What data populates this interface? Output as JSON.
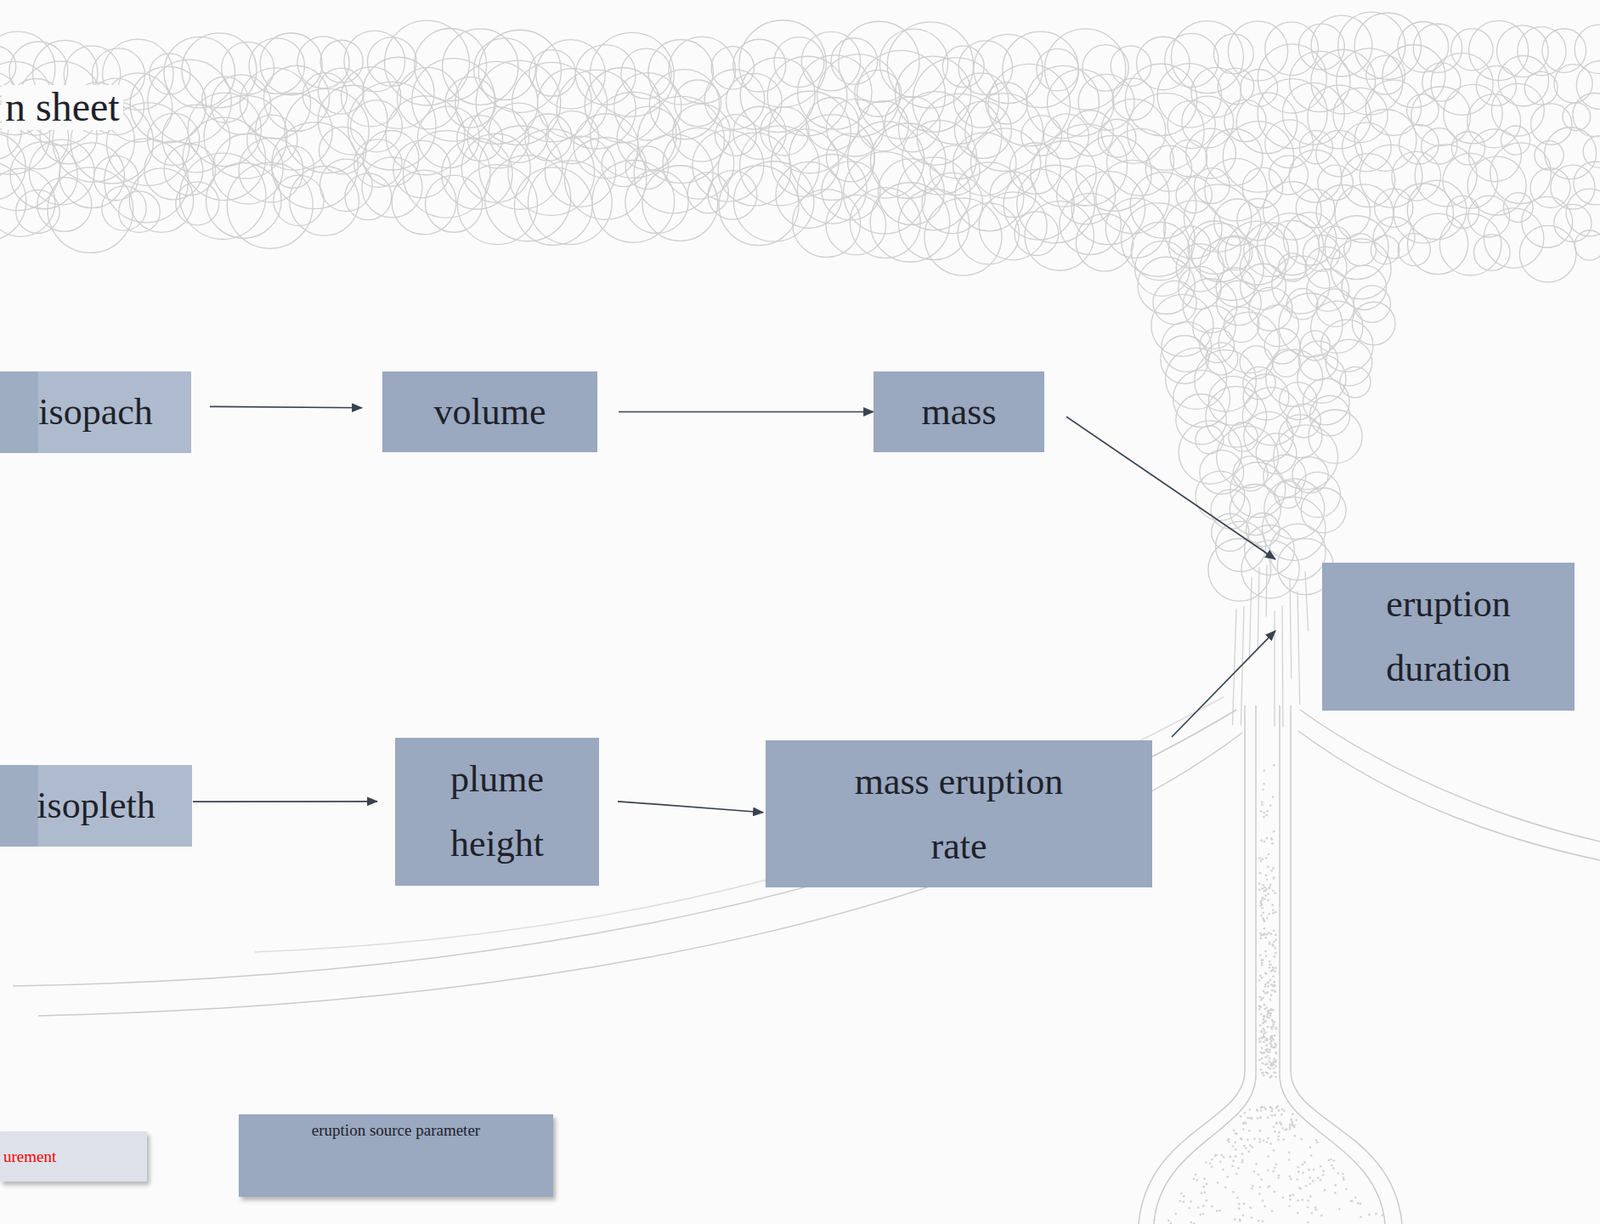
{
  "diagram": {
    "title": "n sheet",
    "nodes": [
      {
        "text": [
          "isopach"
        ]
      },
      {
        "text": [
          "volume"
        ]
      },
      {
        "text": [
          "mass"
        ]
      },
      {
        "text": [
          "isopleth"
        ]
      },
      {
        "text": [
          "plume height"
        ]
      },
      {
        "text": [
          "mass eruption rate"
        ]
      },
      {
        "text": [
          "eruption duration"
        ]
      }
    ],
    "edges": [
      {
        "from": 0,
        "to": 1,
        "arrow": "to"
      },
      {
        "from": 1,
        "to": 2,
        "arrow": "to"
      },
      {
        "from": 2,
        "to": 6,
        "arrow": "to"
      },
      {
        "from": 3,
        "to": 4,
        "arrow": "to"
      },
      {
        "from": 4,
        "to": 5,
        "arrow": "to"
      },
      {
        "from": 5,
        "to": 6,
        "arrow": "to"
      }
    ],
    "legend": [
      {
        "text": "urement",
        "color": "#dde2ea"
      },
      {
        "text": "eruption source parameter",
        "color": "#9aa8c0"
      }
    ]
  }
}
